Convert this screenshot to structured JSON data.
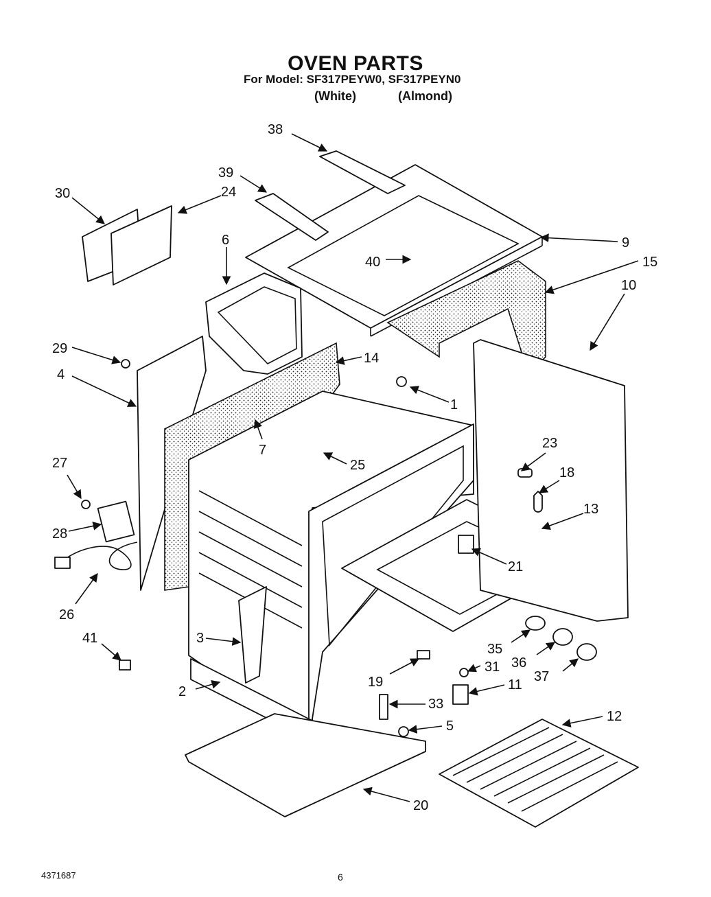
{
  "header": {
    "title": "OVEN PARTS",
    "model_line": "For Model: SF317PEYW0, SF317PEYN0",
    "variant_white": "(White)",
    "variant_almond": "(Almond)"
  },
  "callouts": {
    "p1": "1",
    "p2": "2",
    "p3": "3",
    "p4": "4",
    "p5": "5",
    "p6": "6",
    "p7": "7",
    "p9": "9",
    "p10": "10",
    "p11": "11",
    "p12": "12",
    "p13": "13",
    "p14": "14",
    "p15": "15",
    "p18": "18",
    "p19": "19",
    "p20": "20",
    "p21": "21",
    "p23": "23",
    "p24": "24",
    "p25": "25",
    "p26": "26",
    "p27": "27",
    "p28": "28",
    "p29": "29",
    "p30": "30",
    "p31": "31",
    "p33": "33",
    "p35": "35",
    "p36": "36",
    "p37": "37",
    "p38": "38",
    "p39": "39",
    "p40": "40",
    "p41": "41"
  },
  "footer": {
    "doc_number": "4371687",
    "page_number": "6"
  }
}
